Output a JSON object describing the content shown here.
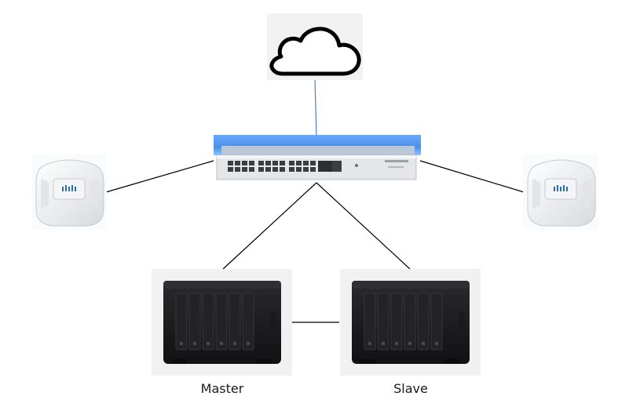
{
  "nodes": {
    "cloud": {
      "icon": "cloud-icon"
    },
    "switch": {
      "icon": "network-switch-icon"
    },
    "ap_left": {
      "icon": "wireless-access-point-icon"
    },
    "ap_right": {
      "icon": "wireless-access-point-icon"
    },
    "nas_master": {
      "icon": "nas-server-icon",
      "label": "Master"
    },
    "nas_slave": {
      "icon": "nas-server-icon",
      "label": "Slave"
    }
  },
  "connections": [
    {
      "from": "cloud",
      "to": "switch",
      "color": "#4a7fd4"
    },
    {
      "from": "switch",
      "to": "ap_left",
      "color": "#000000"
    },
    {
      "from": "switch",
      "to": "ap_right",
      "color": "#000000"
    },
    {
      "from": "switch",
      "to": "nas_master",
      "color": "#000000"
    },
    {
      "from": "switch",
      "to": "nas_slave",
      "color": "#000000"
    },
    {
      "from": "nas_master",
      "to": "nas_slave",
      "color": "#000000"
    }
  ],
  "colors": {
    "switch_highlight": "#4a90e8",
    "switch_body": "#e4e6ea",
    "nas_body": "#1c1c1e",
    "ap_body": "#eef0f2"
  }
}
